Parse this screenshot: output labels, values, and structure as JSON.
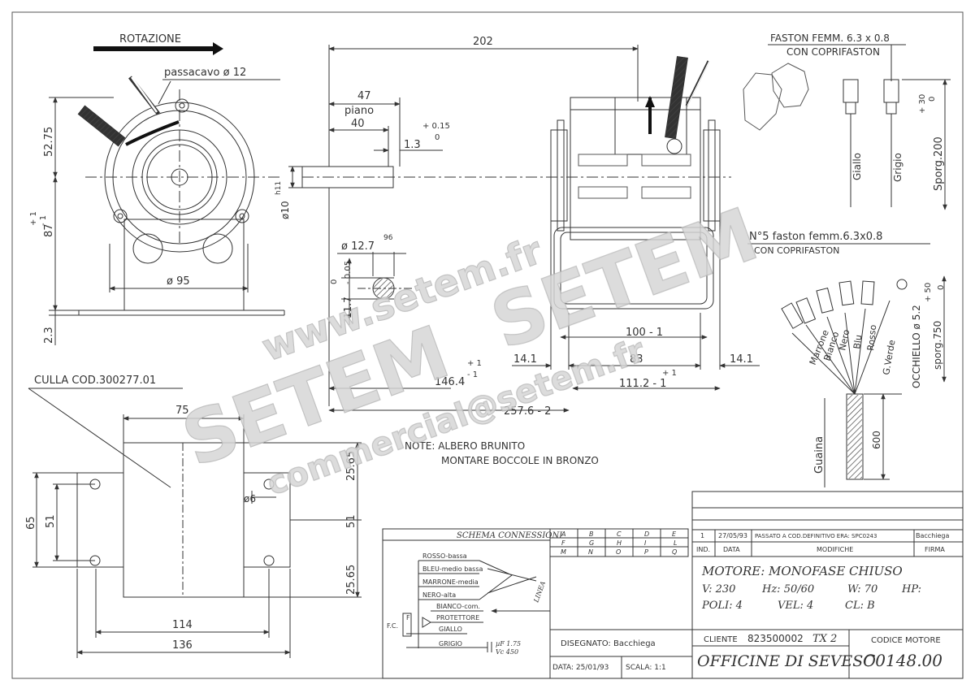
{
  "annotations": {
    "rotation": "ROTAZIONE",
    "cable_gland": "passacavo ø 12",
    "dim_52_75": "52.75",
    "dim_87": "87",
    "dim_87_tol_plus": "+ 1",
    "dim_87_tol_minus": "- 1",
    "dim_2_3": "2.3",
    "dim_95": "ø 95",
    "dim_202": "202",
    "dim_47": "47",
    "flat_label": "piano",
    "dim_40": "40",
    "dim_1_3": "1.3",
    "dim_1_3_tol_plus": "+ 0.15",
    "dim_1_3_tol_minus": "0",
    "dim_shaft": "ø10",
    "dim_shaft_fit": "h11",
    "dim_12_7": "ø 12.7",
    "dim_12_7_fit": "96",
    "dim_11_7": "11.7",
    "dim_11_7_tol": "- 0.05",
    "dim_11_7_tol0": "0",
    "dim_100": "100 - 1",
    "dim_14_1_left": "14.1",
    "dim_83": "83",
    "dim_14_1_right": "14.1",
    "dim_146_4": "146.4",
    "dim_111_2": "111.2 - 1",
    "dim_257_6": "257.6 - 2",
    "tol_plus_1": "+ 1",
    "tol_minus_1": "- 1",
    "cradle": "CULLA COD.300277.01",
    "dim_75": "75",
    "dim_65": "65",
    "dim_51_left": "51",
    "dim_51_right": "51",
    "dim_25_65_top": "25.65",
    "dim_25_65_bottom": "25.65",
    "dim_6": "ø6",
    "dim_114": "114",
    "dim_136": "136",
    "note_line1": "NOTE: ALBERO BRUNITO",
    "note_line2": "MONTARE BOCCOLE IN BRONZO",
    "faston_top_1": "FASTON FEMM. 6.3 x 0.8",
    "faston_top_2": "CON COPRIFASTON",
    "wire_giallo": "Giallo",
    "wire_grigio": "Grigio",
    "sporg_200": "Sporg.200",
    "sporg_200_tol": "+ 30",
    "sporg_200_tol0": "0",
    "faston5_1": "N°5 faston femm.6.3x0.8",
    "faston5_2": "CON COPRIFASTON",
    "wires": [
      "Marrone",
      "Bianco",
      "Nero",
      "Blu",
      "Rosso",
      "G.Verde"
    ],
    "eyelet": "OCCHIELLO ø 5.2",
    "sporg_750": "sporg.750",
    "sporg_750_tol": "+ 50",
    "sporg_750_tol0": "0",
    "sheath": "Guaina",
    "dim_600": "600",
    "part_circle": "06"
  },
  "schema": {
    "title": "SCHEMA CONNESSIONI",
    "labels": [
      "ROSSO-bassa",
      "BLEU-medio bassa",
      "MARRONE-media",
      "NERO-alta",
      "BIANCO-com.",
      "PROTETTORE",
      "GIALLO",
      "GRIGIO"
    ],
    "fc": "F.C.",
    "f": "F",
    "cap_value": "µF 1.75",
    "cap_voltage": "Vc 450",
    "line": "LINEA"
  },
  "grid_table": {
    "rows": [
      [
        "A",
        "B",
        "C",
        "D",
        "E"
      ],
      [
        "F",
        "G",
        "H",
        "I",
        "L"
      ],
      [
        "M",
        "N",
        "O",
        "P",
        "Q"
      ]
    ]
  },
  "revisions": {
    "row": {
      "ind": "1",
      "date": "27/05/93",
      "desc": "PASSATO A COD.DEFINITIVO ERA: SPC0243",
      "sign": "Bacchiega"
    },
    "headers": {
      "ind": "IND.",
      "date": "DATA",
      "desc": "MODIFICHE",
      "sign": "FIRMA"
    }
  },
  "motor": {
    "title": "MOTORE: MONOFASE CHIUSO",
    "v": "V: 230",
    "hz": "Hz: 50/60",
    "w": "W: 70",
    "hp": "HP:",
    "poles": "POLI: 4",
    "speeds": "VEL: 4",
    "class": "CL: B"
  },
  "titleblock": {
    "drawn_by": "DISEGNATO: Bacchiega",
    "date": "DATA: 25/01/93",
    "scale": "SCALA: 1:1",
    "client_label": "CLIENTE",
    "client_code": "823500002",
    "client_type": "TX 2",
    "company": "OFFICINE DI SEVESO",
    "motor_code_label": "CODICE MOTORE",
    "motor_code": "C0148.00"
  },
  "watermark": {
    "url": "www.setem.fr",
    "brand": "SETEM",
    "email": "commercial@setem.fr",
    "brand2": "SETEM"
  }
}
